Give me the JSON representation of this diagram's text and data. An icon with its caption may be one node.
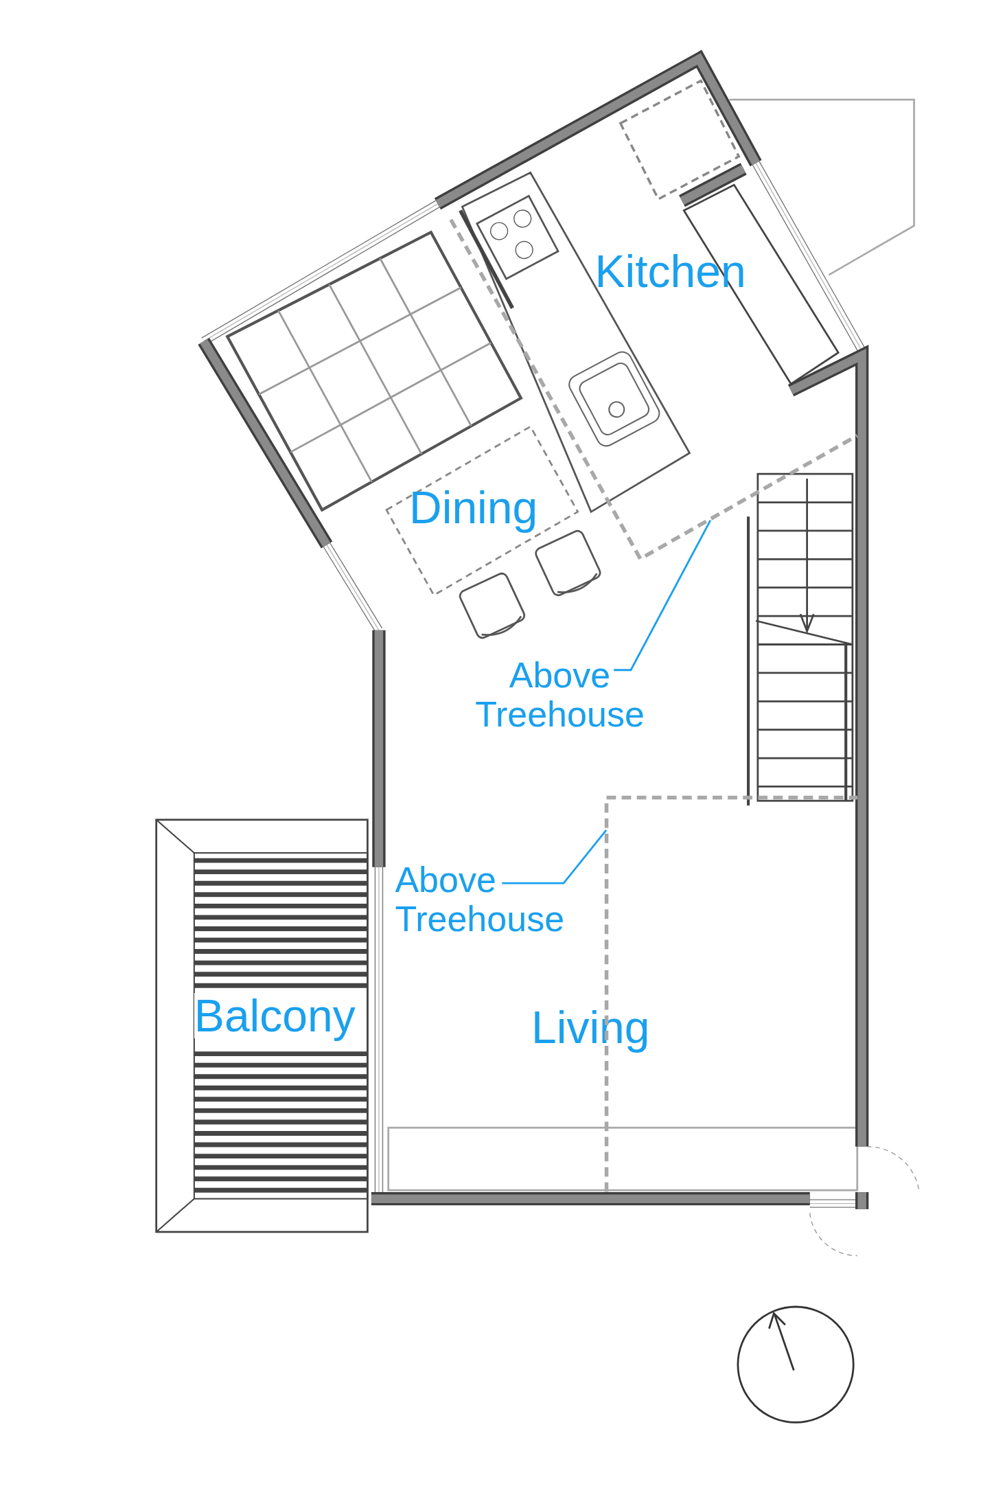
{
  "diagram": {
    "nodes": [
      {
        "text": [
          "Above Treehouse"
        ]
      },
      {
        "text": [],
        "shape": "box"
      },
      {
        "text": [
          "Above Treehouse"
        ]
      },
      {
        "text": [],
        "shape": "box"
      }
    ],
    "edges": [
      {
        "from": 0,
        "to": 1,
        "arrow": "none"
      },
      {
        "from": 2,
        "to": 3,
        "arrow": "none"
      }
    ],
    "labels": [
      "Kitchen",
      "Dining",
      "Balcony",
      "Living"
    ]
  }
}
